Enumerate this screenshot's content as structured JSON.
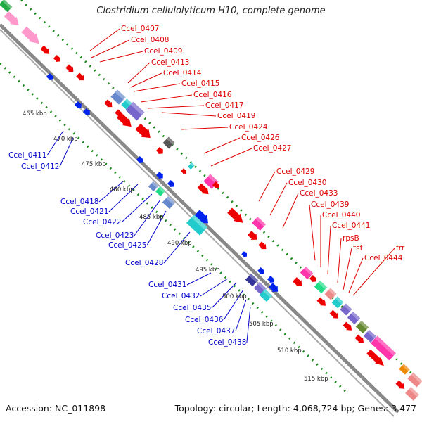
{
  "title": "Clostridium cellulolyticum H10, complete genome",
  "footer": {
    "accession": "Accession: NC_011898",
    "stats": "Topology: circular; Length: 4,068,724 bp; Genes: 3,477"
  },
  "ruler": [
    {
      "kb": 465,
      "label": "465 kbp"
    },
    {
      "kb": 470,
      "label": "470 kbp"
    },
    {
      "kb": 475,
      "label": "475 kbp"
    },
    {
      "kb": 480,
      "label": "480 kbp"
    },
    {
      "kb": 485,
      "label": "485 kbp"
    },
    {
      "kb": 490,
      "label": "490 kbp"
    },
    {
      "kb": 495,
      "label": "495 kbp"
    },
    {
      "kb": 500,
      "label": "500 kbp"
    },
    {
      "kb": 505,
      "label": "505 kbp"
    },
    {
      "kb": 510,
      "label": "510 kbp"
    },
    {
      "kb": 515,
      "label": "515 kbp"
    }
  ],
  "forward_gene_labels": [
    "Ccel_0407",
    "Ccel_0408",
    "Ccel_0409",
    "Ccel_0413",
    "Ccel_0414",
    "Ccel_0415",
    "Ccel_0416",
    "Ccel_0417",
    "Ccel_0419",
    "Ccel_0424",
    "Ccel_0426",
    "Ccel_0427",
    "Ccel_0429",
    "Ccel_0430",
    "Ccel_0433",
    "Ccel_0439",
    "Ccel_0440",
    "Ccel_0441",
    "rpsB",
    "tsf",
    "frr",
    "Ccel_0444"
  ],
  "reverse_gene_labels": [
    "Ccel_0411",
    "Ccel_0412",
    "Ccel_0418",
    "Ccel_0421",
    "Ccel_0422",
    "Ccel_0423",
    "Ccel_0425",
    "Ccel_0428",
    "Ccel_0431",
    "Ccel_0432",
    "Ccel_0435",
    "Ccel_0436",
    "Ccel_0437",
    "Ccel_0438"
  ],
  "colors": {
    "forward_label": "#dd0000",
    "reverse_label": "#0000cc",
    "dotted_track": "#1a8a1a",
    "backbone": "#888888"
  }
}
